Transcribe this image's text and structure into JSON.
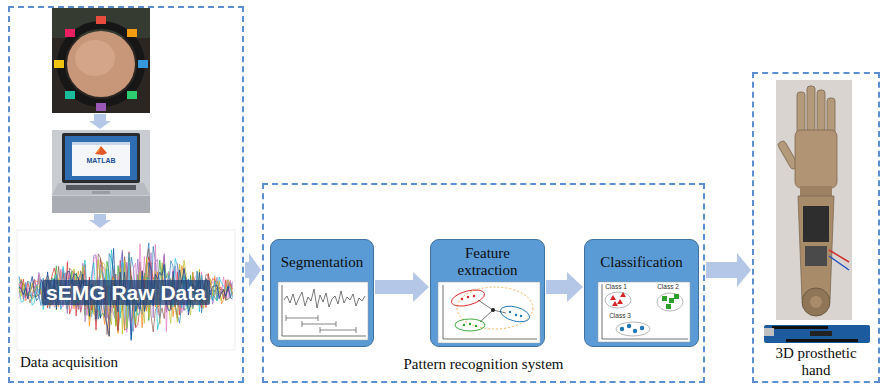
{
  "diagram": {
    "nodes": [
      {
        "text": [
          "Data acquisition"
        ]
      },
      {
        "text": [
          "Pattern recognition system"
        ]
      },
      {
        "text": [
          "Segmentation"
        ],
        "in": 1
      },
      {
        "text": [
          "Feature extraction"
        ],
        "in": 1
      },
      {
        "text": [
          "Classification"
        ],
        "in": 1
      },
      {
        "text": [
          "3D prosthetic hand"
        ]
      }
    ],
    "edges": [
      {
        "from": 0,
        "to": 1,
        "arrow": "to"
      },
      {
        "from": 2,
        "to": 3,
        "arrow": "to"
      },
      {
        "from": 3,
        "to": 4,
        "arrow": "to"
      },
      {
        "from": 1,
        "to": 5,
        "arrow": "to"
      }
    ],
    "labels": [
      "MATLAB",
      "sEMG Raw Data",
      "Class 1",
      "Class 2",
      "Class 3"
    ]
  }
}
